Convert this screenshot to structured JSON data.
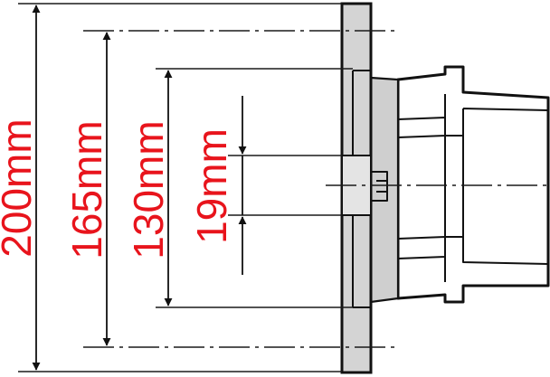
{
  "diagram": {
    "dimensions": [
      {
        "id": "outer-diameter",
        "label": "200mm",
        "value": 200,
        "unit": "mm"
      },
      {
        "id": "bolt-circle",
        "label": "165mm",
        "value": 165,
        "unit": "mm"
      },
      {
        "id": "spigot-diameter",
        "label": "130mm",
        "value": 130,
        "unit": "mm"
      },
      {
        "id": "bolt-hole",
        "label": "19mm",
        "value": 19,
        "unit": "mm"
      }
    ],
    "colors": {
      "label": "#e8141c",
      "line": "#111111",
      "part_fill": "#d4d4d4"
    }
  }
}
